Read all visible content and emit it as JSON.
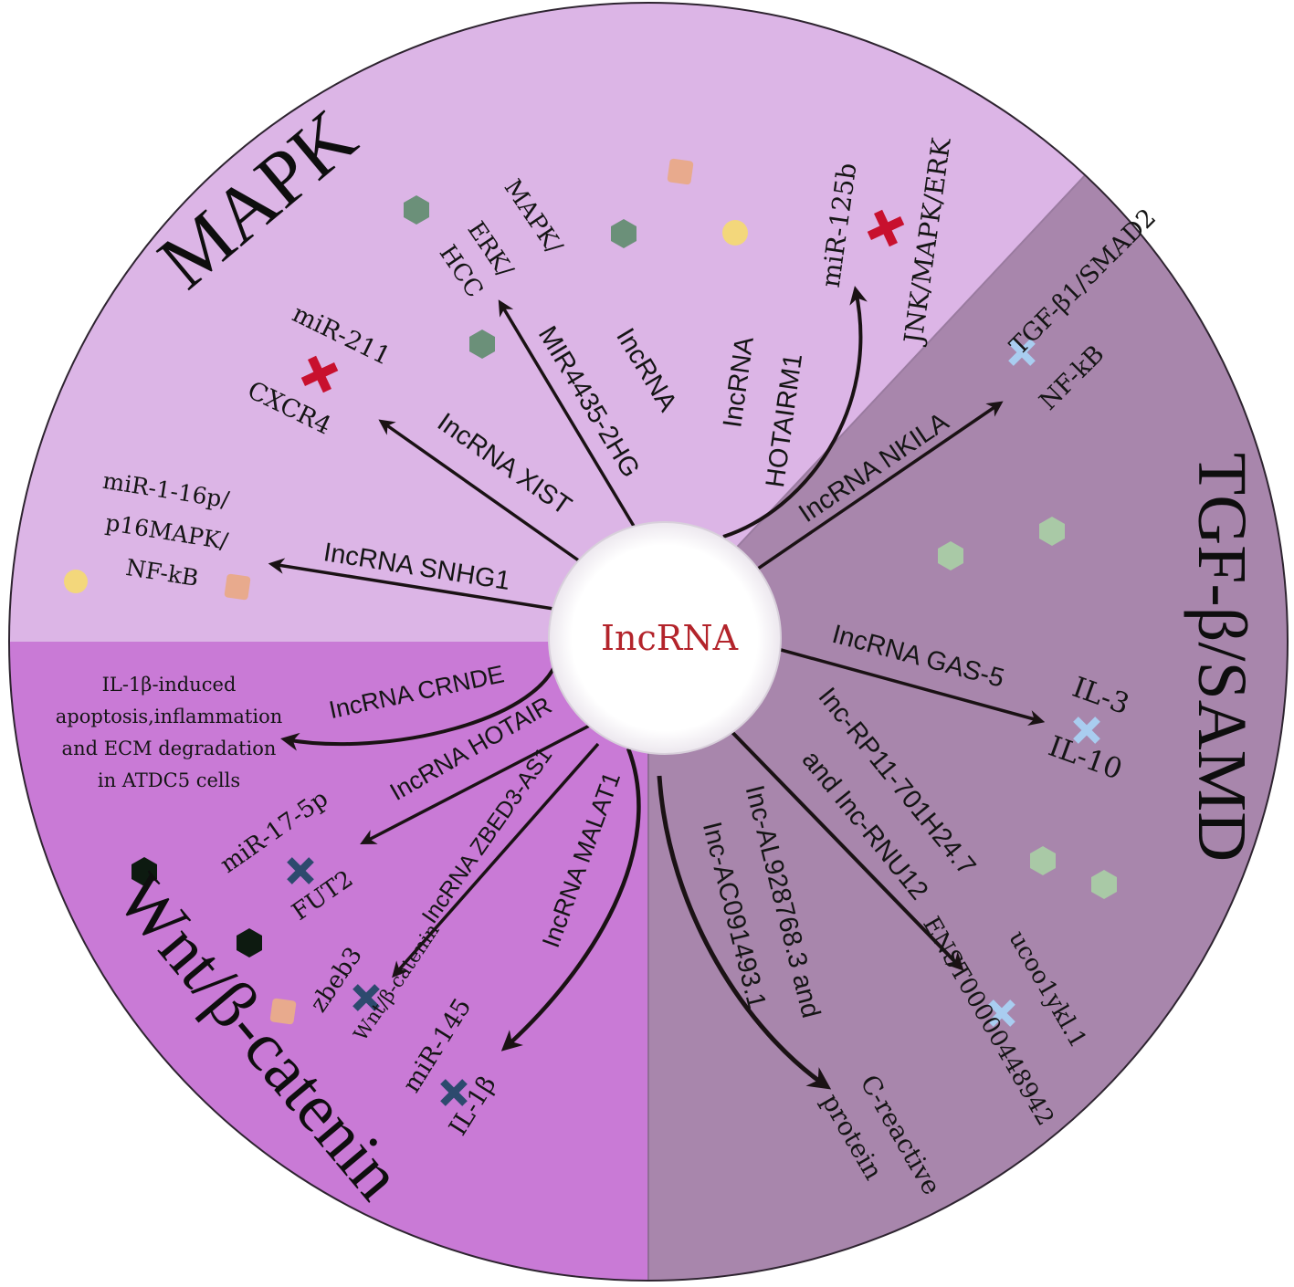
{
  "colors": {
    "mapk_bg": "#dcb5e6",
    "tgf_bg": "#a886ac",
    "wnt_bg": "#c97ad6",
    "center_fill": "#ffffff",
    "center_text": "#b3242b",
    "arrow": "#1a1214",
    "cross_red": "#c8102e",
    "cross_light_blue": "#a9cdf0",
    "cross_dark_blue": "#2d4a6e",
    "hex_dark_green": "#6b9079",
    "hex_light_green": "#a9c9a6",
    "hex_black": "#0d1a10",
    "dot_yellow": "#f3d77b",
    "square_peach": "#e8aa8d"
  },
  "center": {
    "label": "IncRNA"
  },
  "sectors": {
    "mapk": {
      "title": "MAPK"
    },
    "tgf": {
      "title": "TGF-β/SAMD"
    },
    "wnt": {
      "title": "Wnt/β-catenin"
    }
  },
  "mapk": {
    "snhg1": {
      "lnc": "IncRNA SNHG1",
      "target": [
        "miR-1-16p/",
        "p16MAPK/",
        "NF-kB"
      ]
    },
    "xist": {
      "lnc": "IncRNA XIST",
      "target": [
        "miR-211",
        "CXCR4"
      ]
    },
    "mir4435": {
      "lnc": [
        "IncRNA",
        "MIR4435-2HG"
      ],
      "target": [
        "MAPK/",
        "ERK/",
        "HCC"
      ]
    },
    "hotairm1": {
      "lnc": [
        "IncRNA",
        "HOTAIRM1"
      ],
      "target": [
        "miR-125b",
        "JNK/MAPK/ERK"
      ]
    }
  },
  "tgf": {
    "nkila": {
      "lnc": "IncRNA NKILA",
      "target": [
        "TGF-β1/SMAD2",
        "NF-kB"
      ]
    },
    "gas5": {
      "lnc": "IncRNA GAS-5",
      "target": [
        "IL-3",
        "IL-10"
      ]
    },
    "rp11": {
      "lnc": [
        "Inc-RP11-701H24.7",
        "and Inc-RNU12"
      ],
      "target": [
        "ucoo1ykl.1",
        "ENST00000448942"
      ]
    },
    "al928": {
      "lnc": [
        "Inc-AL928768.3 and",
        "Inc-AC091493.1"
      ],
      "target": [
        "C-reactive",
        "protein"
      ]
    }
  },
  "wnt": {
    "crnde": {
      "lnc": "IncRNA CRNDE",
      "target": [
        "IL-1β-induced",
        "apoptosis,inflammation",
        "and ECM degradation",
        "in ATDC5 cells"
      ]
    },
    "hotair": {
      "lnc": "IncRNA HOTAIR",
      "target": [
        "miR-17-5p",
        "FUT2"
      ]
    },
    "zbed3": {
      "lnc": "IncRNA ZBED3-AS1",
      "target": [
        "zbeb3",
        "Wnt/β-catenin"
      ]
    },
    "malat1": {
      "lnc": "IncRNA MALAT1",
      "target": [
        "miR-145",
        "IL-1β"
      ]
    }
  }
}
